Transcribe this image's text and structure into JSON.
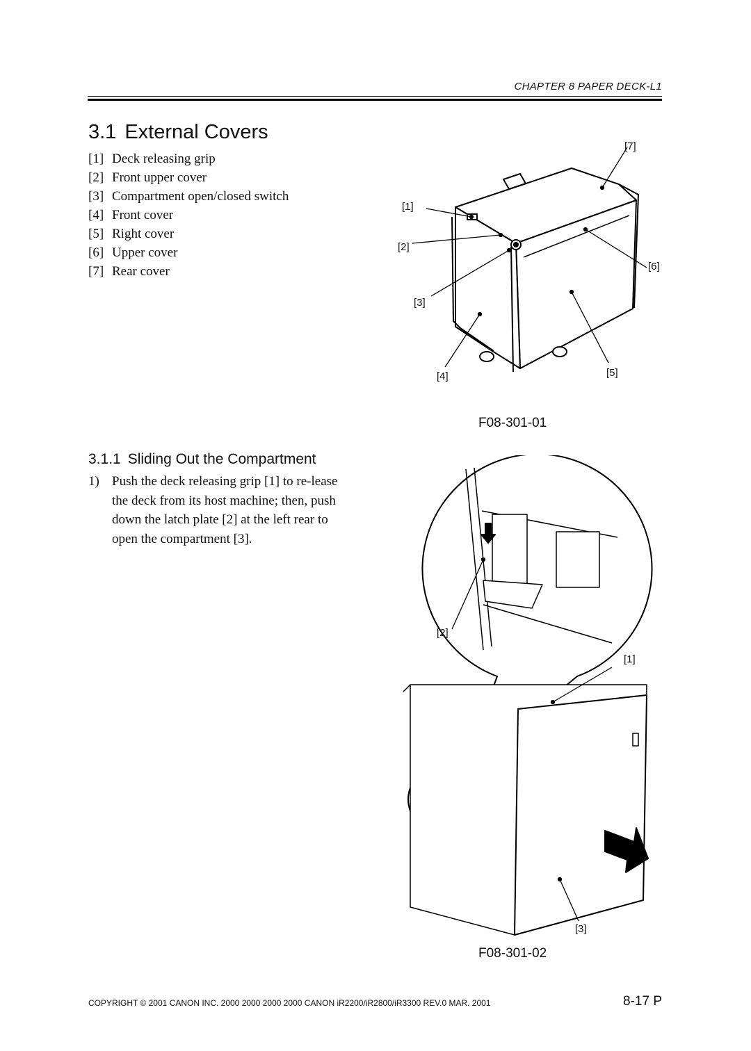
{
  "header": {
    "chapter": "CHAPTER 8 PAPER DECK-L1"
  },
  "section": {
    "number": "3.1",
    "title": "External Covers",
    "parts": [
      {
        "idx": "[1]",
        "label": "Deck releasing grip"
      },
      {
        "idx": "[2]",
        "label": "Front upper cover"
      },
      {
        "idx": "[3]",
        "label": "Compartment open/closed switch"
      },
      {
        "idx": "[4]",
        "label": "Front cover"
      },
      {
        "idx": "[5]",
        "label": "Right cover"
      },
      {
        "idx": "[6]",
        "label": "Upper cover"
      },
      {
        "idx": "[7]",
        "label": "Rear cover"
      }
    ]
  },
  "figure1": {
    "caption": "F08-301-01",
    "callouts": {
      "c1": "[1]",
      "c2": "[2]",
      "c3": "[3]",
      "c4": "[4]",
      "c5": "[5]",
      "c6": "[6]",
      "c7": "[7]"
    }
  },
  "subsection": {
    "number": "3.1.1",
    "title": "Sliding Out the Compartment",
    "step1_number": "1)",
    "step1_text": "Push the deck releasing grip [1] to re-lease the deck from its host machine; then, push down the latch plate [2] at the left rear to open the compartment [3]."
  },
  "figure2": {
    "caption": "F08-301-02",
    "callouts": {
      "c1": "[1]",
      "c2": "[2]",
      "c3": "[3]"
    }
  },
  "footer": {
    "copyright": "COPYRIGHT © 2001 CANON INC. 2000 2000 2000 2000 CANON iR2200/iR2800/iR3300 REV.0 MAR. 2001",
    "page": "8-17 P"
  }
}
